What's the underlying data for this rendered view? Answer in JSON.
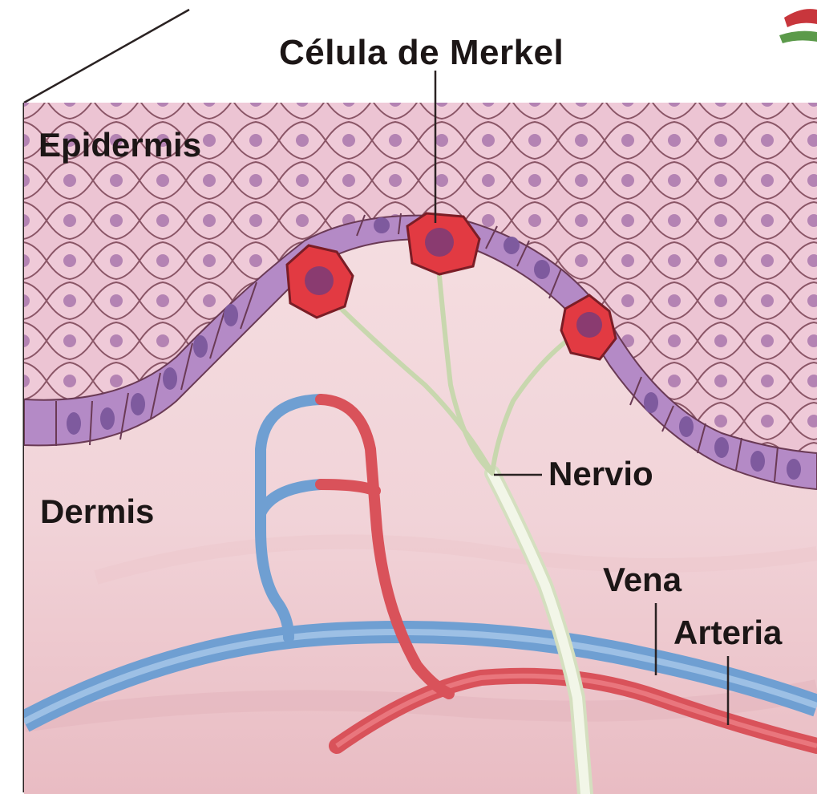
{
  "diagram": {
    "labels": {
      "merkel_cell": "Célula de Merkel",
      "epidermis": "Epidermis",
      "dermis": "Dermis",
      "nerve": "Nervio",
      "vein": "Vena",
      "artery": "Arteria"
    },
    "colors": {
      "epidermis": "#ecc5d4",
      "basal_layer": "#b48ac6",
      "dermis": "#f3d8dc",
      "merkel_cell": "#e23a42",
      "nerve": "#e7efd7",
      "vein": "#6f9fd2",
      "artery": "#d9525a",
      "cell_outline": "#6a3a45"
    }
  }
}
